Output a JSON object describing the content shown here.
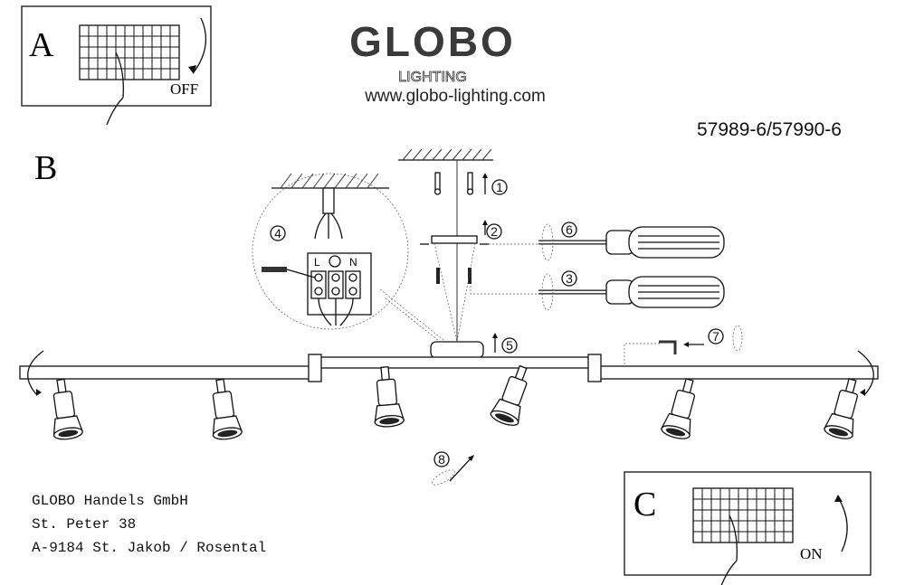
{
  "panel_a": {
    "letter": "A",
    "label": "OFF"
  },
  "logo": {
    "brand": "GLOBO",
    "sub": "LIGHTING",
    "url": "www.globo-lighting.com"
  },
  "model_number": "57989-6/57990-6",
  "panel_b": {
    "letter": "B",
    "steps": [
      "1",
      "2",
      "3",
      "4",
      "5",
      "6",
      "7",
      "8"
    ],
    "terminal_labels": {
      "live": "L",
      "neutral": "N"
    }
  },
  "address": {
    "line1": "GLOBO Handels GmbH",
    "line2": "St. Peter 38",
    "line3": "A-9184 St. Jakob / Rosental"
  },
  "panel_c": {
    "letter": "C",
    "label": "ON"
  }
}
